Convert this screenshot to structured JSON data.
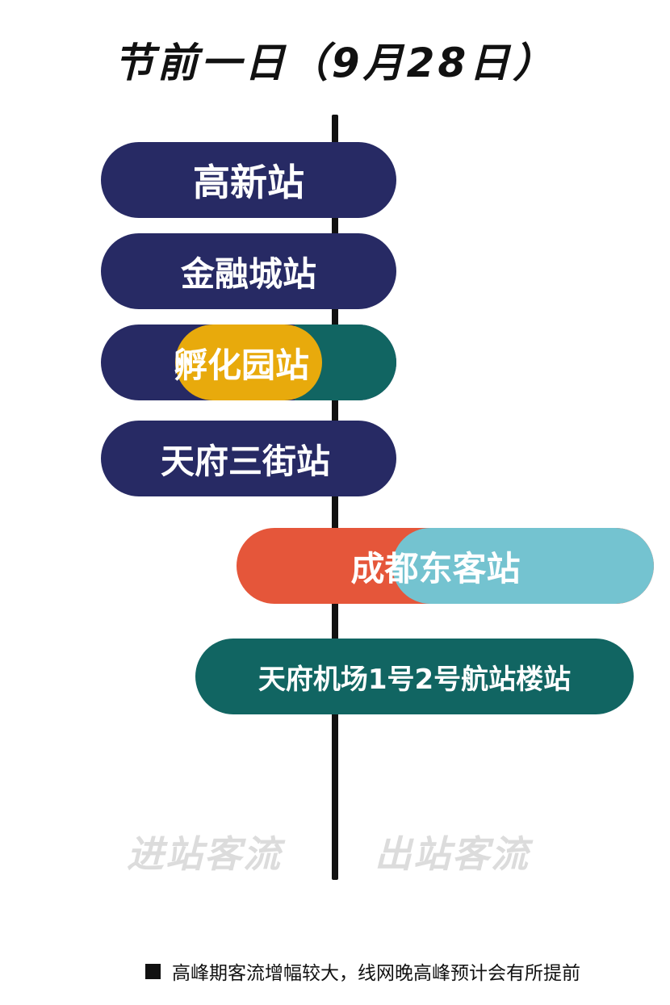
{
  "title": "节前一日（9月28日）",
  "stations": [
    {
      "name": "高新站"
    },
    {
      "name": "金融城站"
    },
    {
      "name": "孵化园站"
    },
    {
      "name": "天府三街站"
    },
    {
      "name": "成都东客站"
    },
    {
      "name": "天府机场1号2号航站楼站"
    }
  ],
  "axis_labels": {
    "left": "进站客流",
    "right": "出站客流"
  },
  "footnote": "高峰期客流增幅较大，线网晚高峰预计会有所提前",
  "colors": {
    "navy": "#272a64",
    "teal": "#116562",
    "gold": "#e8aa0c",
    "orange": "#e5563a",
    "light_blue": "#74c3d0",
    "axis": "#111111",
    "watermark": "#dcdcdc"
  }
}
